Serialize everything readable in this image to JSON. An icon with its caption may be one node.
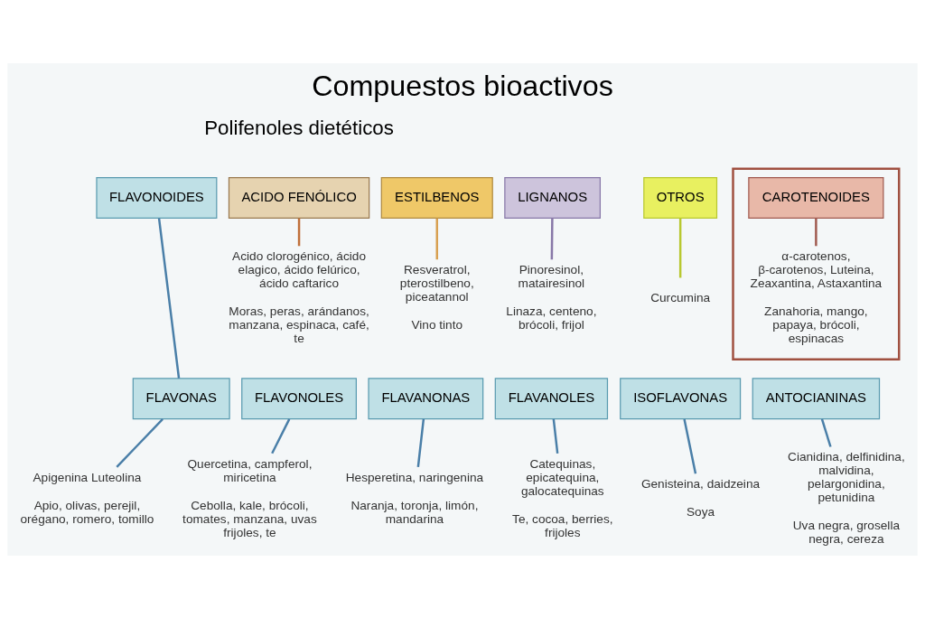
{
  "diagram": {
    "title": "Compuestos bioactivos",
    "nodes": [
      {
        "text": [
          "FLAVONOIDES"
        ]
      },
      {
        "text": [
          "ACIDO FENÓLICO"
        ]
      },
      {
        "text": [
          "Acido clorogénico, ácido elagico, ácido felúrico, ácido caftarico",
          "Moras, peras, arándanos, manzana, espinaca, café, te"
        ]
      },
      {
        "text": [
          "ESTILBENOS"
        ]
      },
      {
        "text": [
          "Resveratrol, pterostilbeno, piceatannol",
          "Vino tinto"
        ]
      },
      {
        "text": [
          "LIGNANOS"
        ]
      },
      {
        "text": [
          "Pinoresinol, matairesinol",
          "Linaza, centeno, brócoli, frijol"
        ]
      },
      {
        "text": [
          "OTROS"
        ]
      },
      {
        "text": [
          "Curcumina"
        ]
      },
      {
        "text": [],
        "shape": "box"
      },
      {
        "text": [
          "CAROTENOIDES"
        ],
        "in": 9
      },
      {
        "text": [
          "α-carotenos, β-carotenos, Luteina, Zeaxantina, Astaxantina",
          "Zanahoria, mango, papaya, brócoli, espinacas"
        ],
        "in": 9
      },
      {
        "text": [
          "FLAVONAS"
        ]
      },
      {
        "text": [
          "Apigenina Luteolina",
          "Apio, olivas, perejil, orégano, romero, tomillo"
        ]
      },
      {
        "text": [
          "FLAVONOLES"
        ]
      },
      {
        "text": [
          "Quercetina, campferol, miricetina",
          "Cebolla, kale, brócoli, tomates, manzana, uvas frijoles, te"
        ]
      },
      {
        "text": [
          "FLAVANONAS"
        ]
      },
      {
        "text": [
          "Hesperetina, naringenina",
          "Naranja, toronja, limón, mandarina"
        ]
      },
      {
        "text": [
          "FLAVANOLES"
        ]
      },
      {
        "text": [
          "Catequinas, epicatequina, galocatequinas",
          "Te, cocoa, berries, frijoles"
        ]
      },
      {
        "text": [
          "ISOFLAVONAS"
        ]
      },
      {
        "text": [
          "Genisteina, daidzeina",
          "Soya"
        ]
      },
      {
        "text": [
          "ANTOCIANINAS"
        ]
      },
      {
        "text": [
          "Cianidina, delfinidina, malvidina, pelargonidina, petunidina",
          "Uva negra, grosella negra, cereza"
        ]
      }
    ],
    "edges": [
      {
        "from": 0,
        "to": 12,
        "arrow": "none"
      },
      {
        "from": 1,
        "to": 2,
        "arrow": "none",
        "color": "#c0703a"
      },
      {
        "from": 3,
        "to": 4,
        "arrow": "none",
        "color": "#d8a050"
      },
      {
        "from": 5,
        "to": 6,
        "arrow": "none",
        "color": "#8878a8"
      },
      {
        "from": 7,
        "to": 8,
        "arrow": "none",
        "color": "#b8c830"
      },
      {
        "from": 10,
        "to": 11,
        "arrow": "none",
        "color": "#a05a50"
      },
      {
        "from": 12,
        "to": 13,
        "arrow": "none"
      },
      {
        "from": 14,
        "to": 15,
        "arrow": "none"
      },
      {
        "from": 16,
        "to": 17,
        "arrow": "none"
      },
      {
        "from": 18,
        "to": 19,
        "arrow": "none"
      },
      {
        "from": 20,
        "to": 21,
        "arrow": "none"
      },
      {
        "from": 22,
        "to": 23,
        "arrow": "none"
      }
    ],
    "labels": [
      "Polifenoles dietéticos"
    ]
  }
}
